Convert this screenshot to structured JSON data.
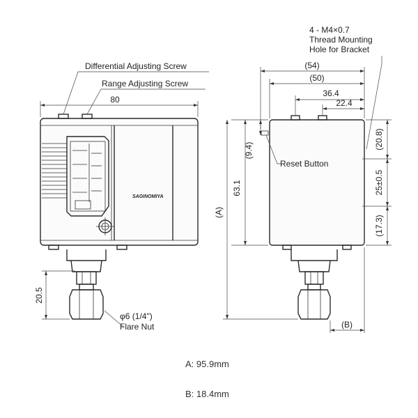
{
  "labels": {
    "diff_screw": "Differential Adjusting Screw",
    "range_screw": "Range Adjusting Screw",
    "width_front": "80",
    "height_fitting": "20.5",
    "flare_size": "φ6 (1/4\")",
    "flare_nut": "Flare Nut",
    "mount_line1": "4 - M4×0.7",
    "mount_line2": "Thread Mounting",
    "mount_line3": "Hole for Bracket",
    "dim_54": "(54)",
    "dim_50": "(50)",
    "dim_364": "36.4",
    "dim_224": "22.4",
    "dim_94": "(9.4)",
    "dim_631": "63.1",
    "dim_a": "(A)",
    "dim_b": "(B)",
    "dim_208": "(20.8)",
    "dim_25": "25±0.5",
    "dim_173": "(17.3)",
    "reset": "Reset Button",
    "brand": "SAGINOMIYA"
  },
  "legend": {
    "a": "A: 95.9mm",
    "b": "B: 18.4mm"
  }
}
